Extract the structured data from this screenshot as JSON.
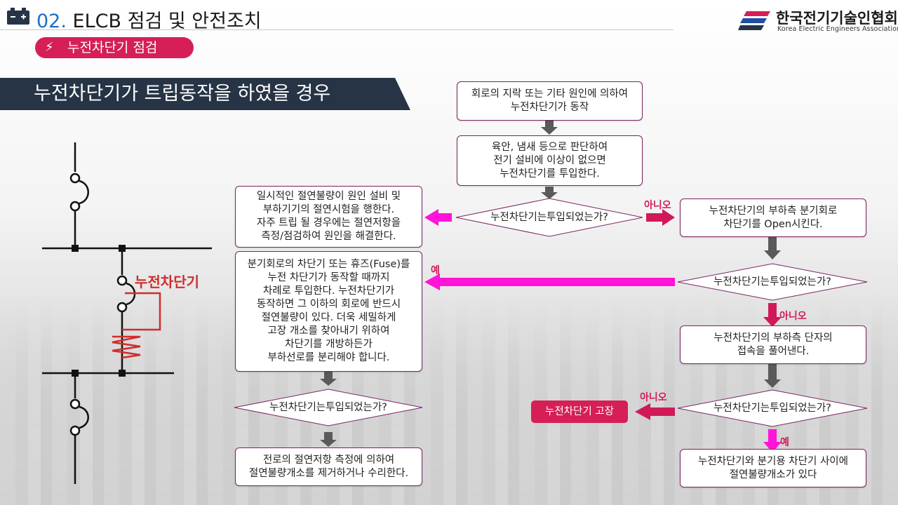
{
  "header": {
    "section_number": "02.",
    "section_title": "ELCB 점검 및 안전조치",
    "subsection": "누전차단기 점검"
  },
  "logo": {
    "name_ko": "한국전기기술인협회",
    "name_en": "Korea Electric Engineers Association"
  },
  "banner": {
    "title": "누전차단기가 트립동작을 하였을 경우"
  },
  "circuit": {
    "label": "누전차단기"
  },
  "flow": {
    "step1": [
      "회로의 지락 또는 기타 원인에 의하여",
      "누전차단기가 동작"
    ],
    "step2": [
      "육안, 냄새 등으로 판단하여",
      "전기 설비에 이상이 없으면",
      "누전차단기를 투입한다."
    ],
    "decision1": [
      "누전차단기는",
      "투입되었는가?"
    ],
    "left_action1": [
      "일시적인 절연불량이 원인 설비 및",
      "부하기기의 절연시험을 행한다.",
      "자주 트립 될 경우에는 절연저항을",
      "측정/점검하여 원인을 해결한다."
    ],
    "right_action1": [
      "누전차단기의 부하측 분기회로",
      "차단기를 Open시킨다."
    ],
    "decision2": [
      "누전차단기는",
      "투입되었는가?"
    ],
    "left_action2": [
      "분기회로의 차단기 또는 휴즈(Fuse)를",
      "누전 차단기가 동작할 때까지",
      "차례로 투입한다. 누전차단기가",
      "동작하면 그 이하의 회로에 반드시",
      "절연불량이 있다. 더욱 세밀하게",
      "고장 개소를 찾아내기 위하여",
      "차단기를 개방하든가",
      "부하선로를 분리해야 합니다."
    ],
    "right_action2": [
      "누전차단기의 부하측 단자의",
      "접속을 풀어낸다."
    ],
    "decision_left": [
      "누전차단기는",
      "투입되었는가?"
    ],
    "decision3": [
      "누전차단기는",
      "투입되었는가?"
    ],
    "left_final": [
      "전로의 절연저항 측정에 의하여",
      "절연불량개소를 제거하거나 수리한다."
    ],
    "right_final": [
      "누전차단기와 분기용 차단기 사이에",
      "절연불량개소가 있다"
    ],
    "fault": "누전차단기 고장",
    "labels": {
      "no1": "아니오",
      "yes1": "예",
      "no2": "아니오",
      "no3": "아니오",
      "yes2": "예"
    }
  },
  "colors": {
    "accent": "#d61f57",
    "banner": "#263445",
    "arrow_gray": "#5a5a5a",
    "arrow_magenta": "#ff14d8",
    "number_blue": "#1e6fc4",
    "circuit_red": "#d12c2c"
  }
}
